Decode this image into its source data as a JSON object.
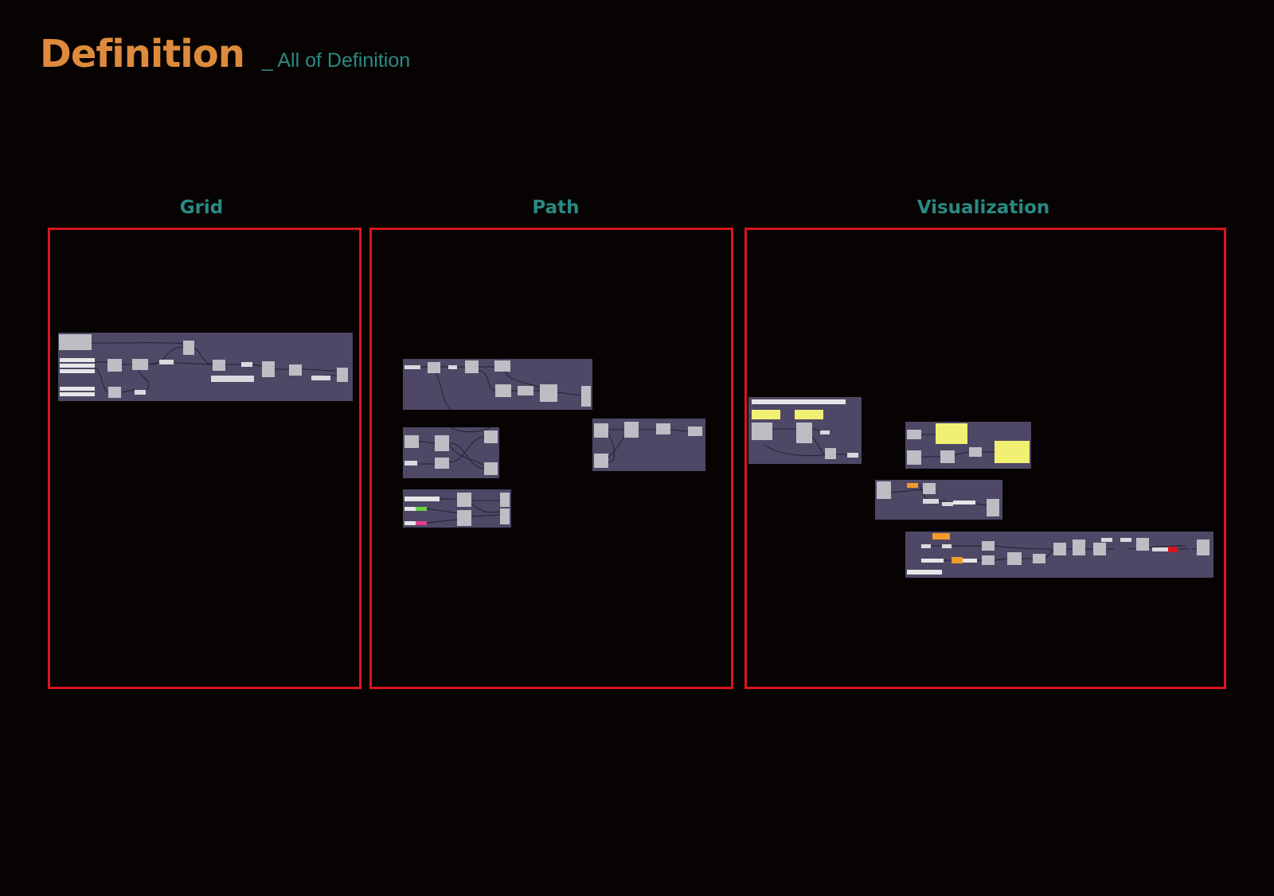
{
  "page": {
    "title": "Definition",
    "subtitle": "_ All of Definition"
  },
  "sections": [
    {
      "label": "Grid"
    },
    {
      "label": "Path"
    },
    {
      "label": "Visualization"
    }
  ],
  "colors": {
    "background": "#070303",
    "title": "#de8a3c",
    "accent": "#2a8a83",
    "frame": "#d8151f",
    "cluster": "#4e4866",
    "component": "#bdbdc4",
    "panel_yellow": "#f2f072",
    "slider_green": "#6bd04a",
    "slider_pink": "#e0408e",
    "toggle_orange": "#f19a2a",
    "swatch_red": "#d8151f"
  }
}
